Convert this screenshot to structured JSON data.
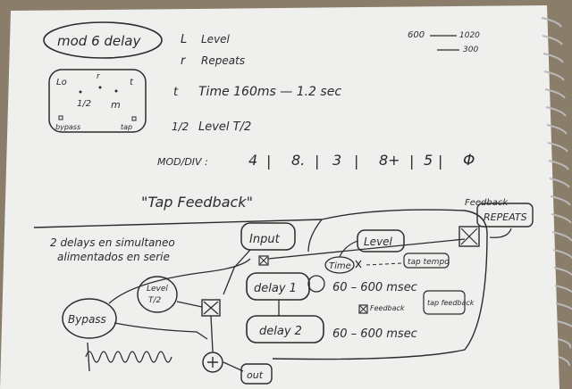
{
  "colors": {
    "table": "#8a7d6a",
    "paper": "#efefed",
    "ink": "#2b2b2b",
    "spiral": "#c9c9c9"
  },
  "top": {
    "title": "mod 6 delay",
    "legend": [
      {
        "symbol": "L",
        "text": "Level"
      },
      {
        "symbol": "r",
        "text": "Repeats"
      },
      {
        "symbol": "t",
        "text": "Time 160ms — 1.2 sec"
      },
      {
        "symbol": "1/2",
        "text": "Level T/2"
      }
    ],
    "mod_div_label": "MOD/DIV :",
    "mod_div_values": [
      "4",
      "8.",
      "3",
      "8+",
      "5",
      "Φ"
    ],
    "corner_note": {
      "a": "600",
      "b": "1020",
      "c": "300"
    },
    "panel_labels": {
      "L": "Lo",
      "r": "r",
      "t": "t",
      "half": "1/2",
      "m": "m",
      "bypass": "bypass",
      "tap": "tap"
    }
  },
  "tap_feedback_title": "\"Tap Feedback\"",
  "bottom": {
    "note_line1": "2 delays en simultaneo",
    "note_line2": "alimentados en serie",
    "blocks": {
      "input": "Input",
      "level": "Level",
      "level_half_1": "Level",
      "level_half_2": "T/2",
      "delay1": "delay 1",
      "delay2": "delay 2",
      "bypass": "Bypass",
      "out": "out",
      "feedback": "Feedback",
      "repeats": "REPEATS",
      "time": "Time",
      "tap_tempo": "tap tempo",
      "tap_feedback": "tap feedback",
      "feedback_arrow": "Feedback"
    },
    "range1": "60 – 600 msec",
    "range2": "60 – 600 msec"
  }
}
